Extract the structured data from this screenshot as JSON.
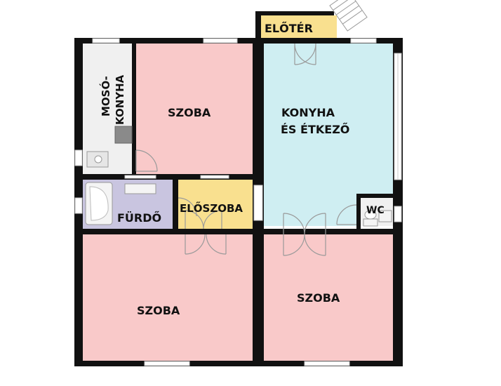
{
  "colors": {
    "wall": "#111111",
    "room_pink": "#f9c9c9",
    "kitchen_blue": "#cfeef2",
    "hall_yellow": "#f9e08f",
    "bath_lavender": "#c9c5e0",
    "utility_grey": "#f0f0f0",
    "window_frame": "#c8c8c8",
    "door_line": "#9a9a9a"
  },
  "rooms": {
    "entry": "ELŐTÉR",
    "laundry_line1": "MOSÓ-",
    "laundry_line2": "KONYHA",
    "room_top": "SZOBA",
    "kitchen_line1": "KONYHA",
    "kitchen_line2": "ÉS ÉTKEZŐ",
    "bathroom": "FÜRDŐ",
    "hallway": "ELŐSZOBA",
    "wc": "WC",
    "room_bottom_left": "SZOBA",
    "room_bottom_right": "SZOBA"
  },
  "icons": {
    "stairs": "stairs-icon",
    "bathtub": "bathtub-icon",
    "sink": "sink-icon",
    "toilet": "toilet-icon",
    "appliance": "appliance-icon"
  }
}
